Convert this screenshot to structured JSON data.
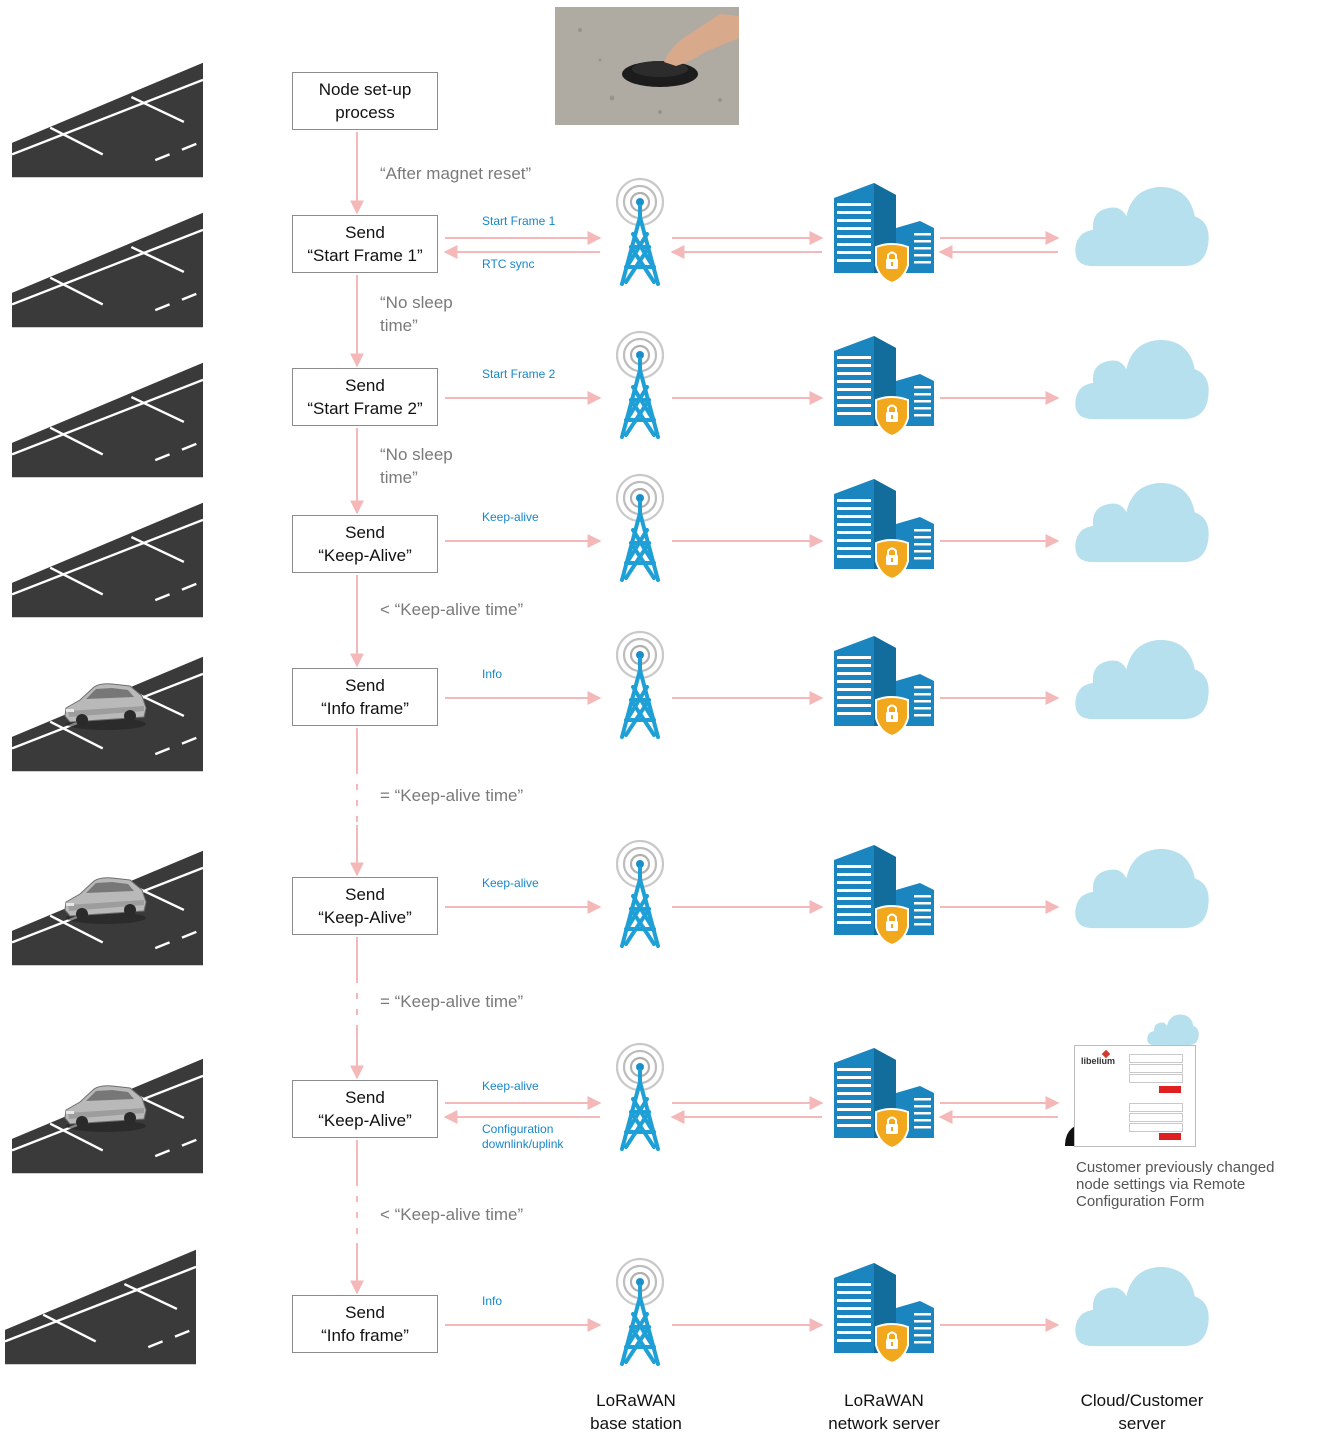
{
  "steps": [
    {
      "line1": "Node set-up",
      "line2": "process"
    },
    {
      "line1": "Send",
      "line2": "“Start Frame 1”"
    },
    {
      "line1": "Send",
      "line2": "“Start Frame 2”"
    },
    {
      "line1": "Send",
      "line2": "“Keep-Alive”"
    },
    {
      "line1": "Send",
      "line2": "“Info frame”"
    },
    {
      "line1": "Send",
      "line2": "“Keep-Alive”"
    },
    {
      "line1": "Send",
      "line2": "“Keep-Alive”"
    },
    {
      "line1": "Send",
      "line2": "“Info frame”"
    }
  ],
  "transitions": [
    "“After magnet reset”",
    "“No sleep\ntime”",
    "“No sleep\ntime”",
    "< “Keep-alive time”",
    "= “Keep-alive time”",
    "= “Keep-alive time”",
    "< “Keep-alive time”"
  ],
  "messages": [
    {
      "uplink": "Start Frame 1",
      "downlink": "RTC sync"
    },
    {
      "uplink": "Start Frame 2"
    },
    {
      "uplink": "Keep-alive"
    },
    {
      "uplink": "Info"
    },
    {
      "uplink": "Keep-alive"
    },
    {
      "uplink": "Keep-alive",
      "downlink": "Configuration\ndownlink/uplink"
    },
    {
      "uplink": "Info"
    }
  ],
  "columns": {
    "base_station": "LoRaWAN\nbase station",
    "network_server": "LoRaWAN\nnetwork server",
    "cloud": "Cloud/Customer\nserver"
  },
  "note": "Customer previously changed node settings via Remote Configuration Form",
  "form_brand": "libelium",
  "parking_spot_occupied": [
    false,
    false,
    false,
    false,
    true,
    true,
    true,
    false
  ],
  "colors": {
    "arrow": "#f4b8b8",
    "antenna": "#1ea0d7",
    "building": "#1b85bf",
    "lock_shield": "#f2a81d",
    "cloud": "#b7e0ee",
    "road": "#3a3a3a",
    "message_text": "#1787c9",
    "flow_text": "#7a7a7a"
  }
}
